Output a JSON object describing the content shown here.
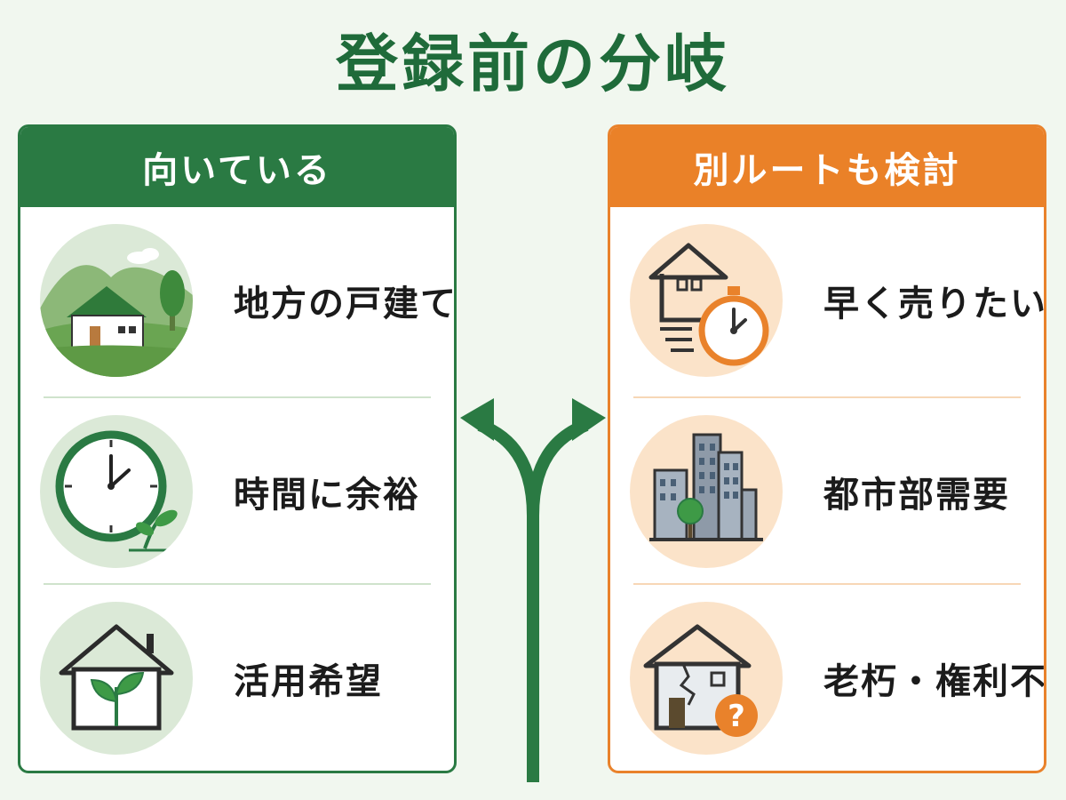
{
  "title": "登録前の分岐",
  "colors": {
    "green": "#2a7a43",
    "orange": "#ea8128",
    "title": "#1f6b3a"
  },
  "left_panel": {
    "header": "向いている",
    "items": [
      {
        "label": "地方の戸建て",
        "icon": "countryside-house-icon"
      },
      {
        "label": "時間に余裕",
        "icon": "clock-sprout-icon"
      },
      {
        "label": "活用希望",
        "icon": "house-plant-icon"
      }
    ]
  },
  "right_panel": {
    "header": "別ルートも検討",
    "items": [
      {
        "label": "早く売りたい",
        "icon": "house-stopwatch-icon"
      },
      {
        "label": "都市部需要",
        "icon": "city-buildings-icon"
      },
      {
        "label": "老朽・権利不明",
        "icon": "cracked-house-question-icon"
      }
    ]
  },
  "connector": {
    "icon": "fork-arrow-icon"
  }
}
